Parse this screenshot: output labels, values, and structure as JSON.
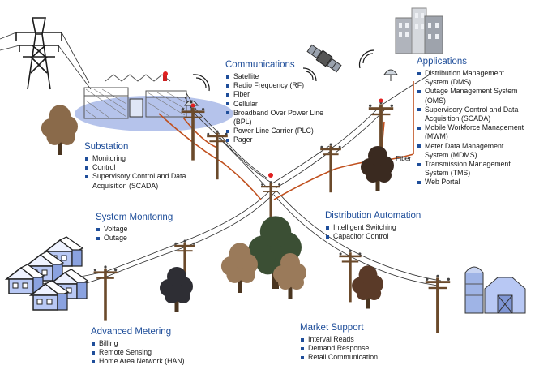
{
  "communications": {
    "title": "Communications",
    "items": [
      "Satellite",
      "Radio Frequency (RF)",
      "Fiber",
      "Cellular",
      "Broadband Over Power Line (BPL)",
      "Power Line Carrier (PLC)",
      "Pager"
    ]
  },
  "applications": {
    "title": "Applications",
    "items": [
      "Distribution Management System (DMS)",
      "Outage Management System (OMS)",
      "Supervisory Control and Data Acquisition (SCADA)",
      "Mobile Workforce Management (MWM)",
      "Meter Data Management System (MDMS)",
      "Transmission Management System (TMS)",
      "Web Portal"
    ]
  },
  "substation": {
    "title": "Substation",
    "items": [
      "Monitoring",
      "Control",
      "Supervisory Control and Data Acquisition (SCADA)"
    ]
  },
  "system_monitoring": {
    "title": "System Monitoring",
    "items": [
      "Voltage",
      "Outage"
    ]
  },
  "distribution_automation": {
    "title": "Distribution Automation",
    "items": [
      "Intelligent Switching",
      "Capacitor Control"
    ]
  },
  "advanced_metering": {
    "title": "Advanced Metering",
    "items": [
      "Billing",
      "Remote Sensing",
      "Home Area Network (HAN)"
    ]
  },
  "market_support": {
    "title": "Market Support",
    "items": [
      "Interval Reads",
      "Demand Response",
      "Retail Communication"
    ]
  },
  "fiber_label": "Fiber",
  "colors": {
    "heading": "#1f4e9a",
    "fiber_line": "#c0501e",
    "power_line": "#2a2a2a",
    "pole": "#6b4a2b",
    "substation_pad": "#a8b8e8",
    "house": "#b8c8f4",
    "silo": "#9fb4e6"
  }
}
